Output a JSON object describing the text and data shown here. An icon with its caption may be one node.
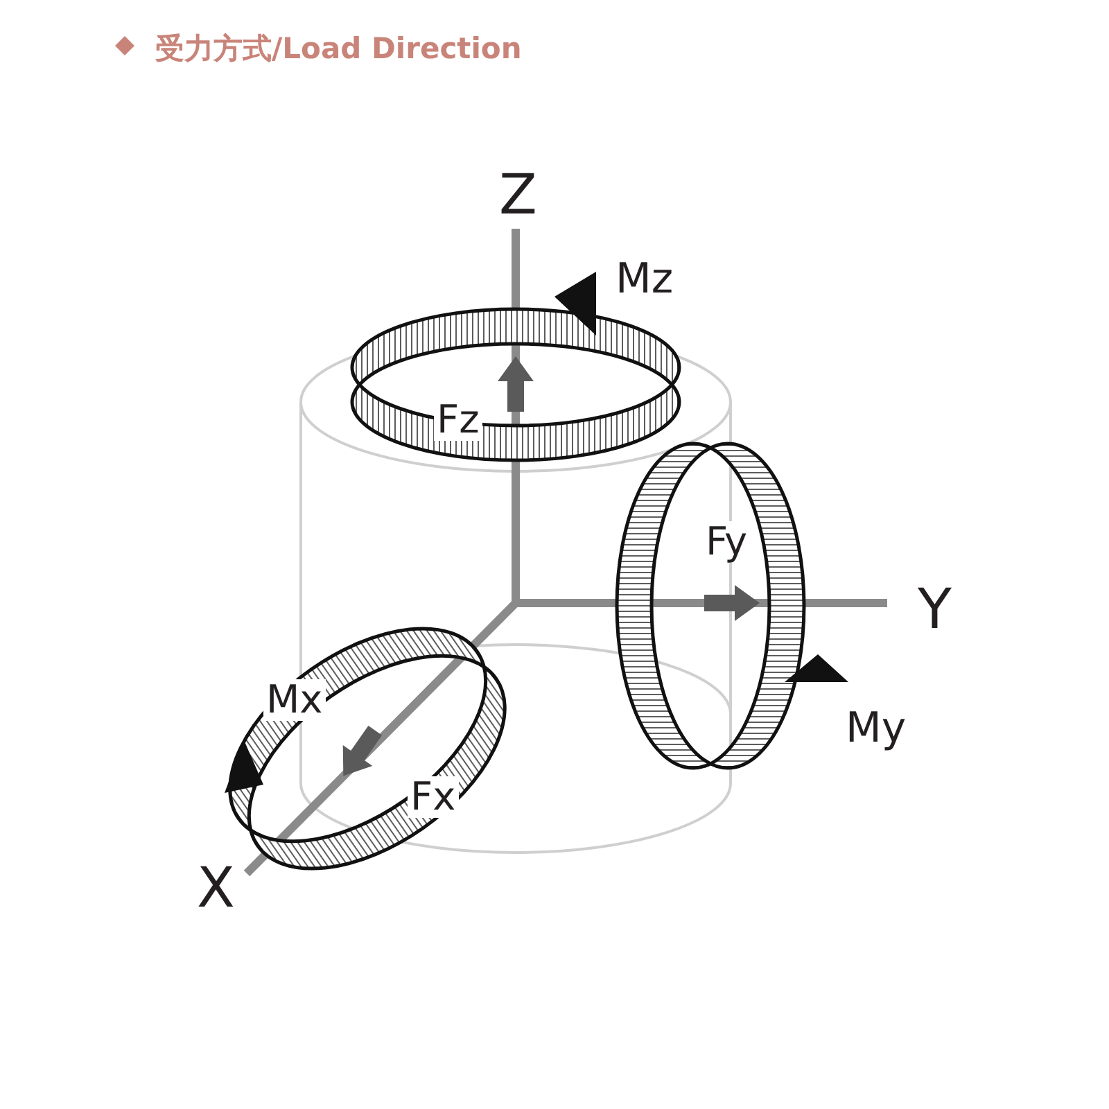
{
  "diagram": {
    "title": "受力方式/Load Direction",
    "labels": [
      "Z",
      "Mz",
      "Fz",
      "Fy",
      "Y",
      "My",
      "Mx",
      "Fx",
      "X"
    ]
  }
}
